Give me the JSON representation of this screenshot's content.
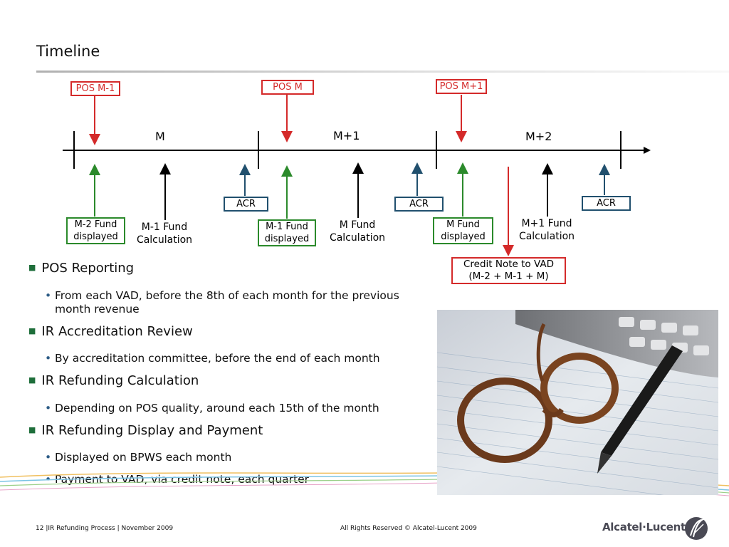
{
  "slide": {
    "title": "Timeline"
  },
  "timeline": {
    "periods": [
      "M",
      "M+1",
      "M+2"
    ],
    "pos_boxes": [
      "POS M-1",
      "POS M",
      "POS M+1"
    ],
    "acr_boxes": [
      "ACR",
      "ACR",
      "ACR"
    ],
    "fund_displayed": [
      {
        "line1": "M-2 Fund",
        "line2": "displayed"
      },
      {
        "line1": "M-1 Fund",
        "line2": "displayed"
      },
      {
        "line1": "M Fund",
        "line2": "displayed"
      }
    ],
    "fund_calculation": [
      {
        "line1": "M-1 Fund",
        "line2": "Calculation"
      },
      {
        "line1": "M Fund",
        "line2": "Calculation"
      },
      {
        "line1": "M+1 Fund",
        "line2": "Calculation"
      }
    ],
    "credit_note": {
      "line1": "Credit Note to VAD",
      "line2": "(M-2 + M-1 + M)"
    },
    "colors": {
      "red": "#d42a2a",
      "green": "#2b8a2b",
      "blue": "#21506e",
      "black": "#000000"
    }
  },
  "bullets": [
    {
      "text": "POS Reporting",
      "sub": [
        "From each VAD, before the 8th of each month for the previous month revenue"
      ]
    },
    {
      "text": "IR Accreditation Review",
      "sub": [
        "By accreditation committee, before the end of each month"
      ]
    },
    {
      "text": "IR Refunding Calculation",
      "sub": [
        "Depending on POS quality, around each 15th of the month"
      ]
    },
    {
      "text": "IR Refunding Display and Payment",
      "sub": [
        "Displayed on BPWS each month",
        "Payment to VAD, via credit note, each quarter"
      ]
    }
  ],
  "footer": {
    "page_info": "12 |IR Refunding Process |  November 2009",
    "copyright": "All Rights Reserved © Alcatel-Lucent 2009",
    "logo_text": "Alcatel·Lucent"
  }
}
